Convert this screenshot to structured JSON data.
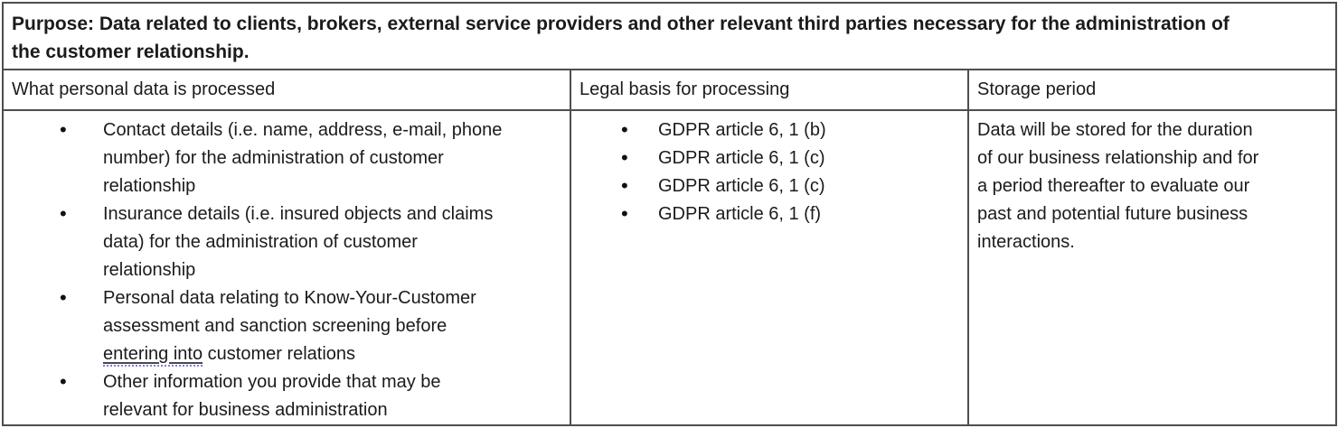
{
  "purpose": {
    "text": "Purpose: Data related to clients, brokers, external service providers and other relevant third parties necessary for the administration of\nthe customer relationship."
  },
  "columns": {
    "personal_data": "What personal data is processed",
    "legal_basis": "Legal basis for processing",
    "storage": "Storage period"
  },
  "personal_data": {
    "item_1": "Contact details (i.e. name, address, e-mail, phone\nnumber) for the administration of customer\nrelationship",
    "item_2": "Insurance details (i.e. insured objects and claims\ndata) for the administration of customer\nrelationship",
    "item_3_before": "Personal data relating to Know-Your-Customer\nassessment and sanction screening before\n",
    "item_3_marked": "entering into",
    "item_3_after": " customer relations",
    "item_4": "Other information you provide that may be\nrelevant for business administration"
  },
  "legal_basis": {
    "items": [
      "GDPR article 6, 1 (b)",
      "GDPR article 6, 1 (c)",
      "GDPR article 6, 1 (c)",
      "GDPR article 6, 1 (f)"
    ]
  },
  "storage": {
    "text": "Data will be stored for the duration\nof our business relationship and for\na period thereafter to evaluate our\npast and potential future business\ninteractions."
  },
  "colors": {
    "table_border": "#4e4e4e",
    "text": "#1b1b1b",
    "grammar_marker_dots": "#7f7fd9"
  }
}
